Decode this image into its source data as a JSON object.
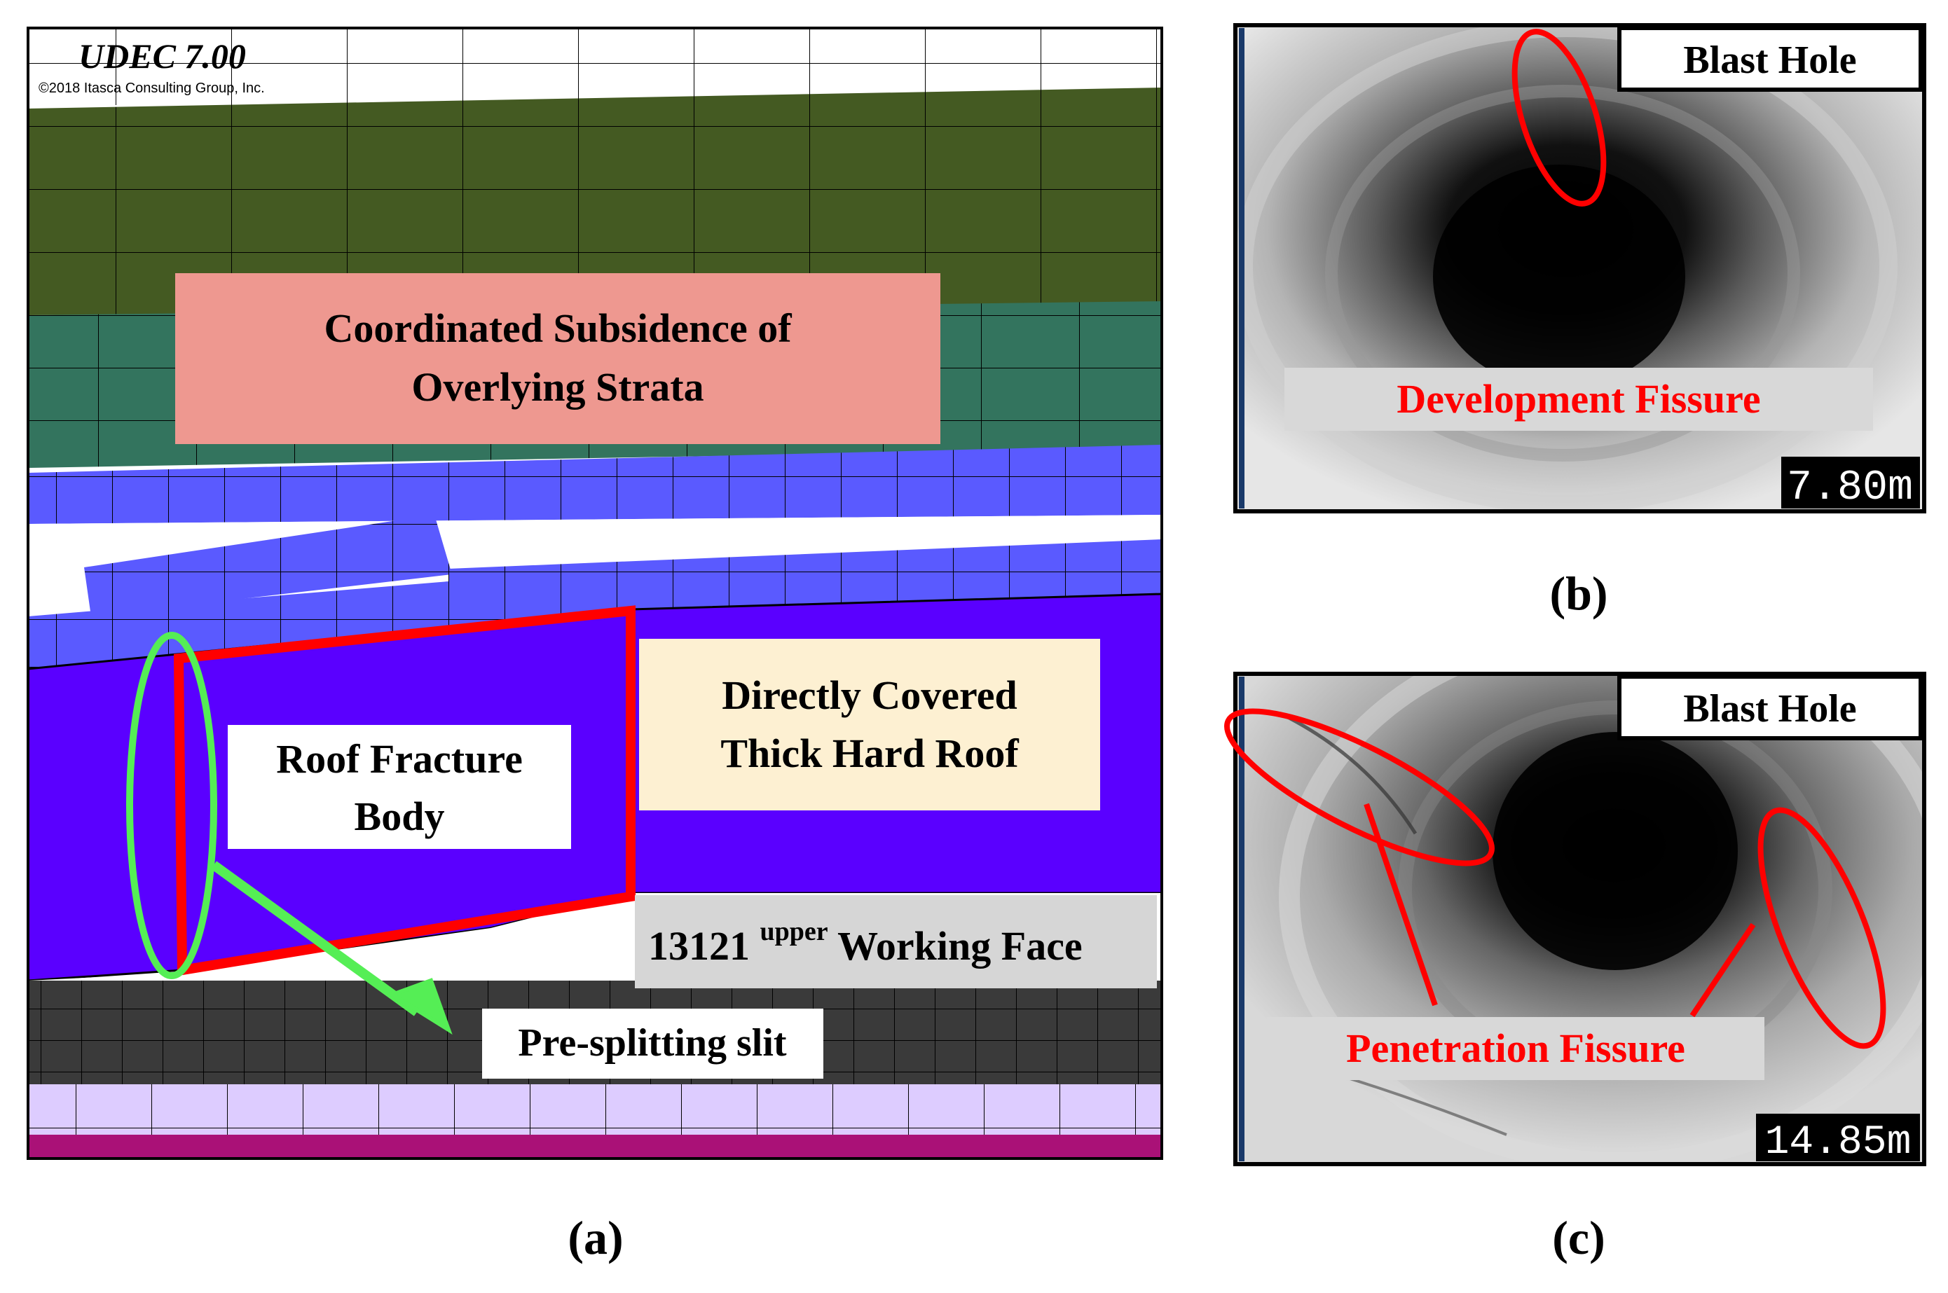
{
  "panel_a": {
    "software_title": "UDEC 7.00",
    "copyright": "©2018 Itasca Consulting Group, Inc.",
    "label_subsidence_line1": "Coordinated Subsidence of",
    "label_subsidence_line2": "Overlying Strata",
    "label_thick_roof_line1": "Directly Covered",
    "label_thick_roof_line2": "Thick Hard Roof",
    "label_fracture_line1": "Roof Fracture",
    "label_fracture_line2": "Body",
    "label_working_face_num": "13121",
    "label_working_face_sup": "upper",
    "label_working_face_rest": " Working Face",
    "label_slit": "Pre-splitting slit",
    "caption": "(a)"
  },
  "panel_b": {
    "blast_label": "Blast Hole",
    "fissure_label": "Development Fissure",
    "depth": "7.80m",
    "caption": "(b)"
  },
  "panel_c": {
    "blast_label": "Blast Hole",
    "fissure_label": "Penetration Fissure",
    "depth": "14.85m",
    "caption": "(c)"
  },
  "colors": {
    "olive_strata": "#445a22",
    "teal_strata": "#33745e",
    "blue_blocks": "#5a5aff",
    "roof_violet": "#5a00ff",
    "dark_coal": "#3a3a3a",
    "lavender": "#ddccff",
    "magenta_base": "#aa1177",
    "highlight_red": "#ff0000",
    "highlight_green": "#55ee55",
    "pink_box": "#ee9890",
    "cream_box": "#fdf0d2"
  }
}
